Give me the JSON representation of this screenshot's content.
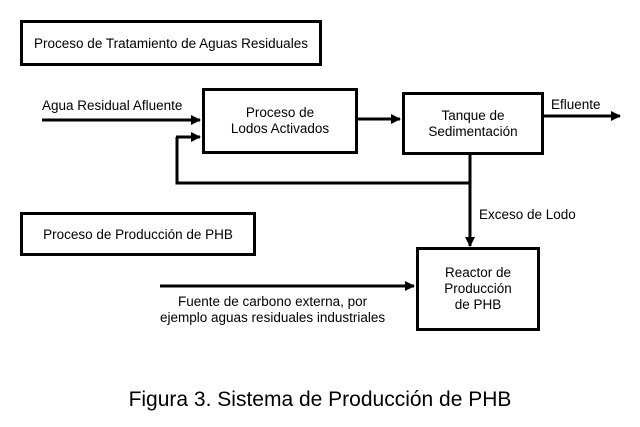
{
  "sections": {
    "treatment": "Proceso de Tratamiento de Aguas Residuales",
    "production": "Proceso de Producción de PHB"
  },
  "nodes": {
    "activated_sludge": "Proceso de\nLodos Activados",
    "sedimentation": "Tanque de\nSedimentación",
    "phb_reactor": "Reactor de\nProducción\nde PHB"
  },
  "edge_labels": {
    "influent": "Agua Residual Afluente",
    "effluent": "Efluente",
    "excess_sludge": "Exceso de Lodo",
    "carbon_source_line1": "Fuente de carbono externa, por",
    "carbon_source_line2": "ejemplo aguas residuales industriales"
  },
  "caption": "Figura 3. Sistema de Producción de PHB",
  "colors": {
    "ink": "#000000",
    "background": "#ffffff"
  }
}
